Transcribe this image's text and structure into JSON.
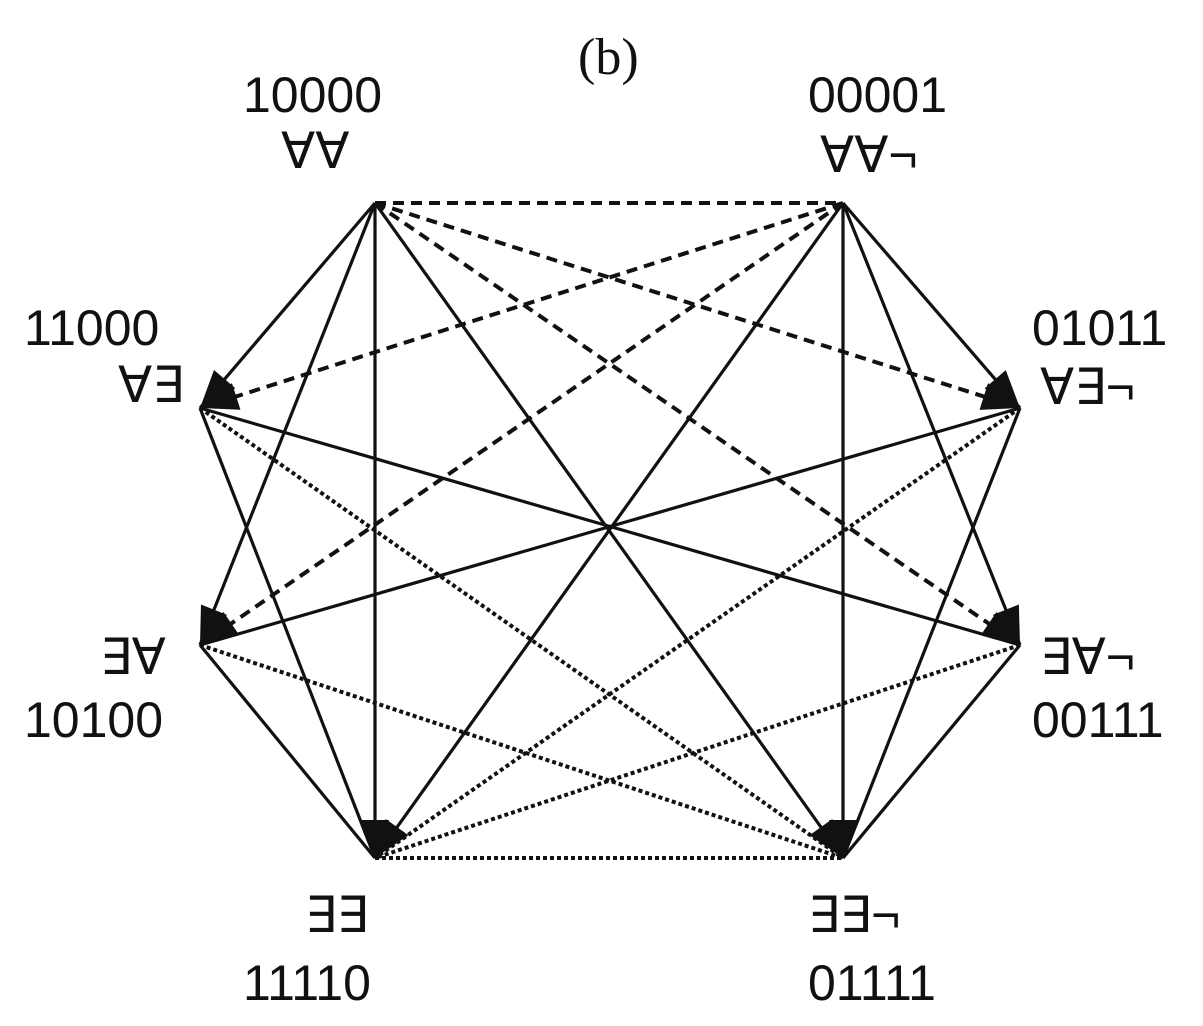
{
  "title": "(b)",
  "nodes": [
    {
      "id": "A",
      "code": "10000",
      "quant": "∀∀"
    },
    {
      "id": "B",
      "code": "00001",
      "quant": "∀∀¬"
    },
    {
      "id": "C",
      "code": "11000",
      "quant": "∀∃"
    },
    {
      "id": "D",
      "code": "01011",
      "quant": "∀∃¬"
    },
    {
      "id": "E",
      "code": "10100",
      "quant": "∃∀"
    },
    {
      "id": "F",
      "code": "00111",
      "quant": "∃∀¬"
    },
    {
      "id": "G",
      "code": "11110",
      "quant": "∃∃"
    },
    {
      "id": "H",
      "code": "01111",
      "quant": "∃∃¬"
    }
  ],
  "edges": [
    {
      "from": "A",
      "to": "C",
      "style": "solid",
      "arrow": true
    },
    {
      "from": "A",
      "to": "E",
      "style": "solid",
      "arrow": true
    },
    {
      "from": "A",
      "to": "G",
      "style": "solid",
      "arrow": true
    },
    {
      "from": "A",
      "to": "H",
      "style": "solid",
      "arrow": true
    },
    {
      "from": "B",
      "to": "D",
      "style": "solid",
      "arrow": true
    },
    {
      "from": "B",
      "to": "F",
      "style": "solid",
      "arrow": true
    },
    {
      "from": "B",
      "to": "H",
      "style": "solid",
      "arrow": true
    },
    {
      "from": "B",
      "to": "G",
      "style": "solid",
      "arrow": true
    },
    {
      "from": "C",
      "to": "F",
      "style": "solid",
      "arrow": false
    },
    {
      "from": "E",
      "to": "D",
      "style": "solid",
      "arrow": false
    },
    {
      "from": "C",
      "to": "G",
      "style": "solid",
      "arrow": false
    },
    {
      "from": "E",
      "to": "G",
      "style": "solid",
      "arrow": false
    },
    {
      "from": "D",
      "to": "H",
      "style": "solid",
      "arrow": false
    },
    {
      "from": "F",
      "to": "H",
      "style": "solid",
      "arrow": false
    },
    {
      "from": "A",
      "to": "B",
      "style": "dashed",
      "arrow": false
    },
    {
      "from": "A",
      "to": "D",
      "style": "dashed",
      "arrow": true
    },
    {
      "from": "A",
      "to": "F",
      "style": "dashed",
      "arrow": true
    },
    {
      "from": "B",
      "to": "C",
      "style": "dashed",
      "arrow": true
    },
    {
      "from": "B",
      "to": "E",
      "style": "dashed",
      "arrow": true
    },
    {
      "from": "G",
      "to": "H",
      "style": "dotted",
      "arrow": false
    },
    {
      "from": "C",
      "to": "H",
      "style": "dotted",
      "arrow": false
    },
    {
      "from": "E",
      "to": "H",
      "style": "dotted",
      "arrow": false
    },
    {
      "from": "D",
      "to": "G",
      "style": "dotted",
      "arrow": false
    },
    {
      "from": "F",
      "to": "G",
      "style": "dotted",
      "arrow": false
    }
  ]
}
